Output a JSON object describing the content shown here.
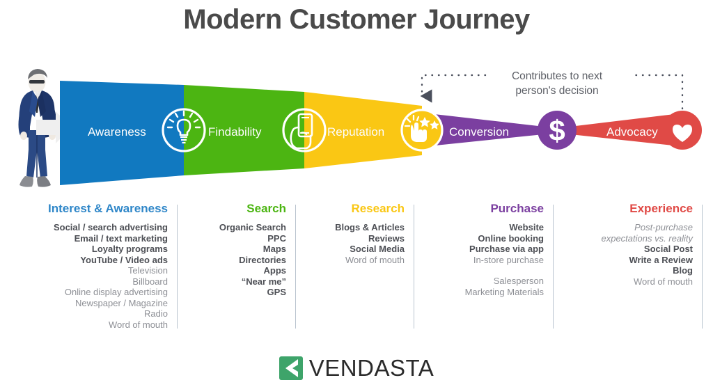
{
  "title": "Modern Customer Journey",
  "colors": {
    "awareness": "#1179c0",
    "findability": "#4cb512",
    "reputation": "#fac714",
    "conversion": "#7b3fa0",
    "advocacy": "#e04a46",
    "title_gray": "#4a4a4a",
    "body_gray": "#8d8f95",
    "bold_gray": "#4d4f55",
    "divider": "#b9c4cf",
    "logo_green": "#3ea46a",
    "arrow_gray": "#efefef"
  },
  "funnel": {
    "stages": [
      {
        "label": "Awareness",
        "color": "#1179c0",
        "icon": "lightbulb-icon"
      },
      {
        "label": "Findability",
        "color": "#4cb512",
        "icon": "hand-phone-icon"
      },
      {
        "label": "Reputation",
        "color": "#fac714",
        "icon": "star-rating-click-icon"
      },
      {
        "label": "Conversion",
        "color": "#7b3fa0",
        "icon": "dollar-sign-icon"
      },
      {
        "label": "Advocacy",
        "color": "#e04a46",
        "icon": "heart-icon"
      }
    ],
    "entry_icon": "businessman-illustration",
    "entry_arrow_icon": "arrow-right-icon"
  },
  "annotation": {
    "line_1": "Contributes to next",
    "line_2": "person's decision",
    "connector_icon": "dotted-feedback-arrow-icon"
  },
  "columns": [
    {
      "title": "Interest & Awareness",
      "color": "#2e86c8",
      "items": [
        {
          "text": "Social / search advertising",
          "style": "b"
        },
        {
          "text": "Email / text marketing",
          "style": "b"
        },
        {
          "text": "Loyalty programs",
          "style": "b"
        },
        {
          "text": "YouTube / Video ads",
          "style": "b"
        },
        {
          "text": "Television",
          "style": "r"
        },
        {
          "text": "Billboard",
          "style": "r"
        },
        {
          "text": "Online display advertising",
          "style": "r"
        },
        {
          "text": "Newspaper / Magazine",
          "style": "r"
        },
        {
          "text": "Radio",
          "style": "r"
        },
        {
          "text": "Word of mouth",
          "style": "r"
        }
      ]
    },
    {
      "title": "Search",
      "color": "#4cb512",
      "items": [
        {
          "text": "Organic Search",
          "style": "b"
        },
        {
          "text": "PPC",
          "style": "b"
        },
        {
          "text": "Maps",
          "style": "b"
        },
        {
          "text": "Directories",
          "style": "b"
        },
        {
          "text": "Apps",
          "style": "b"
        },
        {
          "text": "“Near me”",
          "style": "b"
        },
        {
          "text": "GPS",
          "style": "b"
        }
      ]
    },
    {
      "title": "Research",
      "color": "#fac714",
      "items": [
        {
          "text": "Blogs & Articles",
          "style": "b"
        },
        {
          "text": "Reviews",
          "style": "b"
        },
        {
          "text": "Social Media",
          "style": "b"
        },
        {
          "text": "Word of mouth",
          "style": "r"
        }
      ]
    },
    {
      "title": "Purchase",
      "color": "#7b3fa0",
      "items": [
        {
          "text": "Website",
          "style": "b"
        },
        {
          "text": "Online booking",
          "style": "b"
        },
        {
          "text": "Purchase via app",
          "style": "b"
        },
        {
          "text": "In-store purchase",
          "style": "r"
        },
        {
          "text": "",
          "style": "sp"
        },
        {
          "text": "Salesperson",
          "style": "r"
        },
        {
          "text": "Marketing Materials",
          "style": "r"
        }
      ]
    },
    {
      "title": "Experience",
      "color": "#e04a46",
      "items": [
        {
          "text": "Post-purchase",
          "style": "i"
        },
        {
          "text": "expectations vs. reality",
          "style": "i"
        },
        {
          "text": "Social Post",
          "style": "b"
        },
        {
          "text": "Write a Review",
          "style": "b"
        },
        {
          "text": "Blog",
          "style": "b"
        },
        {
          "text": "Word of mouth",
          "style": "r"
        }
      ]
    }
  ],
  "logo": {
    "word": "VENDASTA",
    "mark_icon": "vendasta-chevron-mark-icon"
  }
}
